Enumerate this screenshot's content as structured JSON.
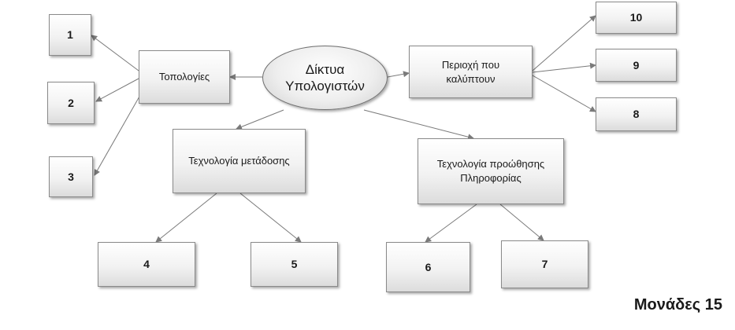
{
  "center": {
    "line1": "Δίκτυα",
    "line2": "Υπολογιστών"
  },
  "nodes": {
    "topologies": "Τοπολογίες",
    "area": {
      "line1": "Περιοχή που",
      "line2": "καλύπτουν"
    },
    "transmission": "Τεχνολογία μετάδοσης",
    "forwarding": {
      "line1": "Τεχνολογία προώθησης",
      "line2": "Πληροφορίας"
    }
  },
  "blanks": {
    "b1": "1",
    "b2": "2",
    "b3": "3",
    "b4": "4",
    "b5": "5",
    "b6": "6",
    "b7": "7",
    "b8": "8",
    "b9": "9",
    "b10": "10"
  },
  "marks": "Μονάδες 15",
  "colors": {
    "line": "#7a7a7a",
    "border": "#8a8a8a"
  }
}
